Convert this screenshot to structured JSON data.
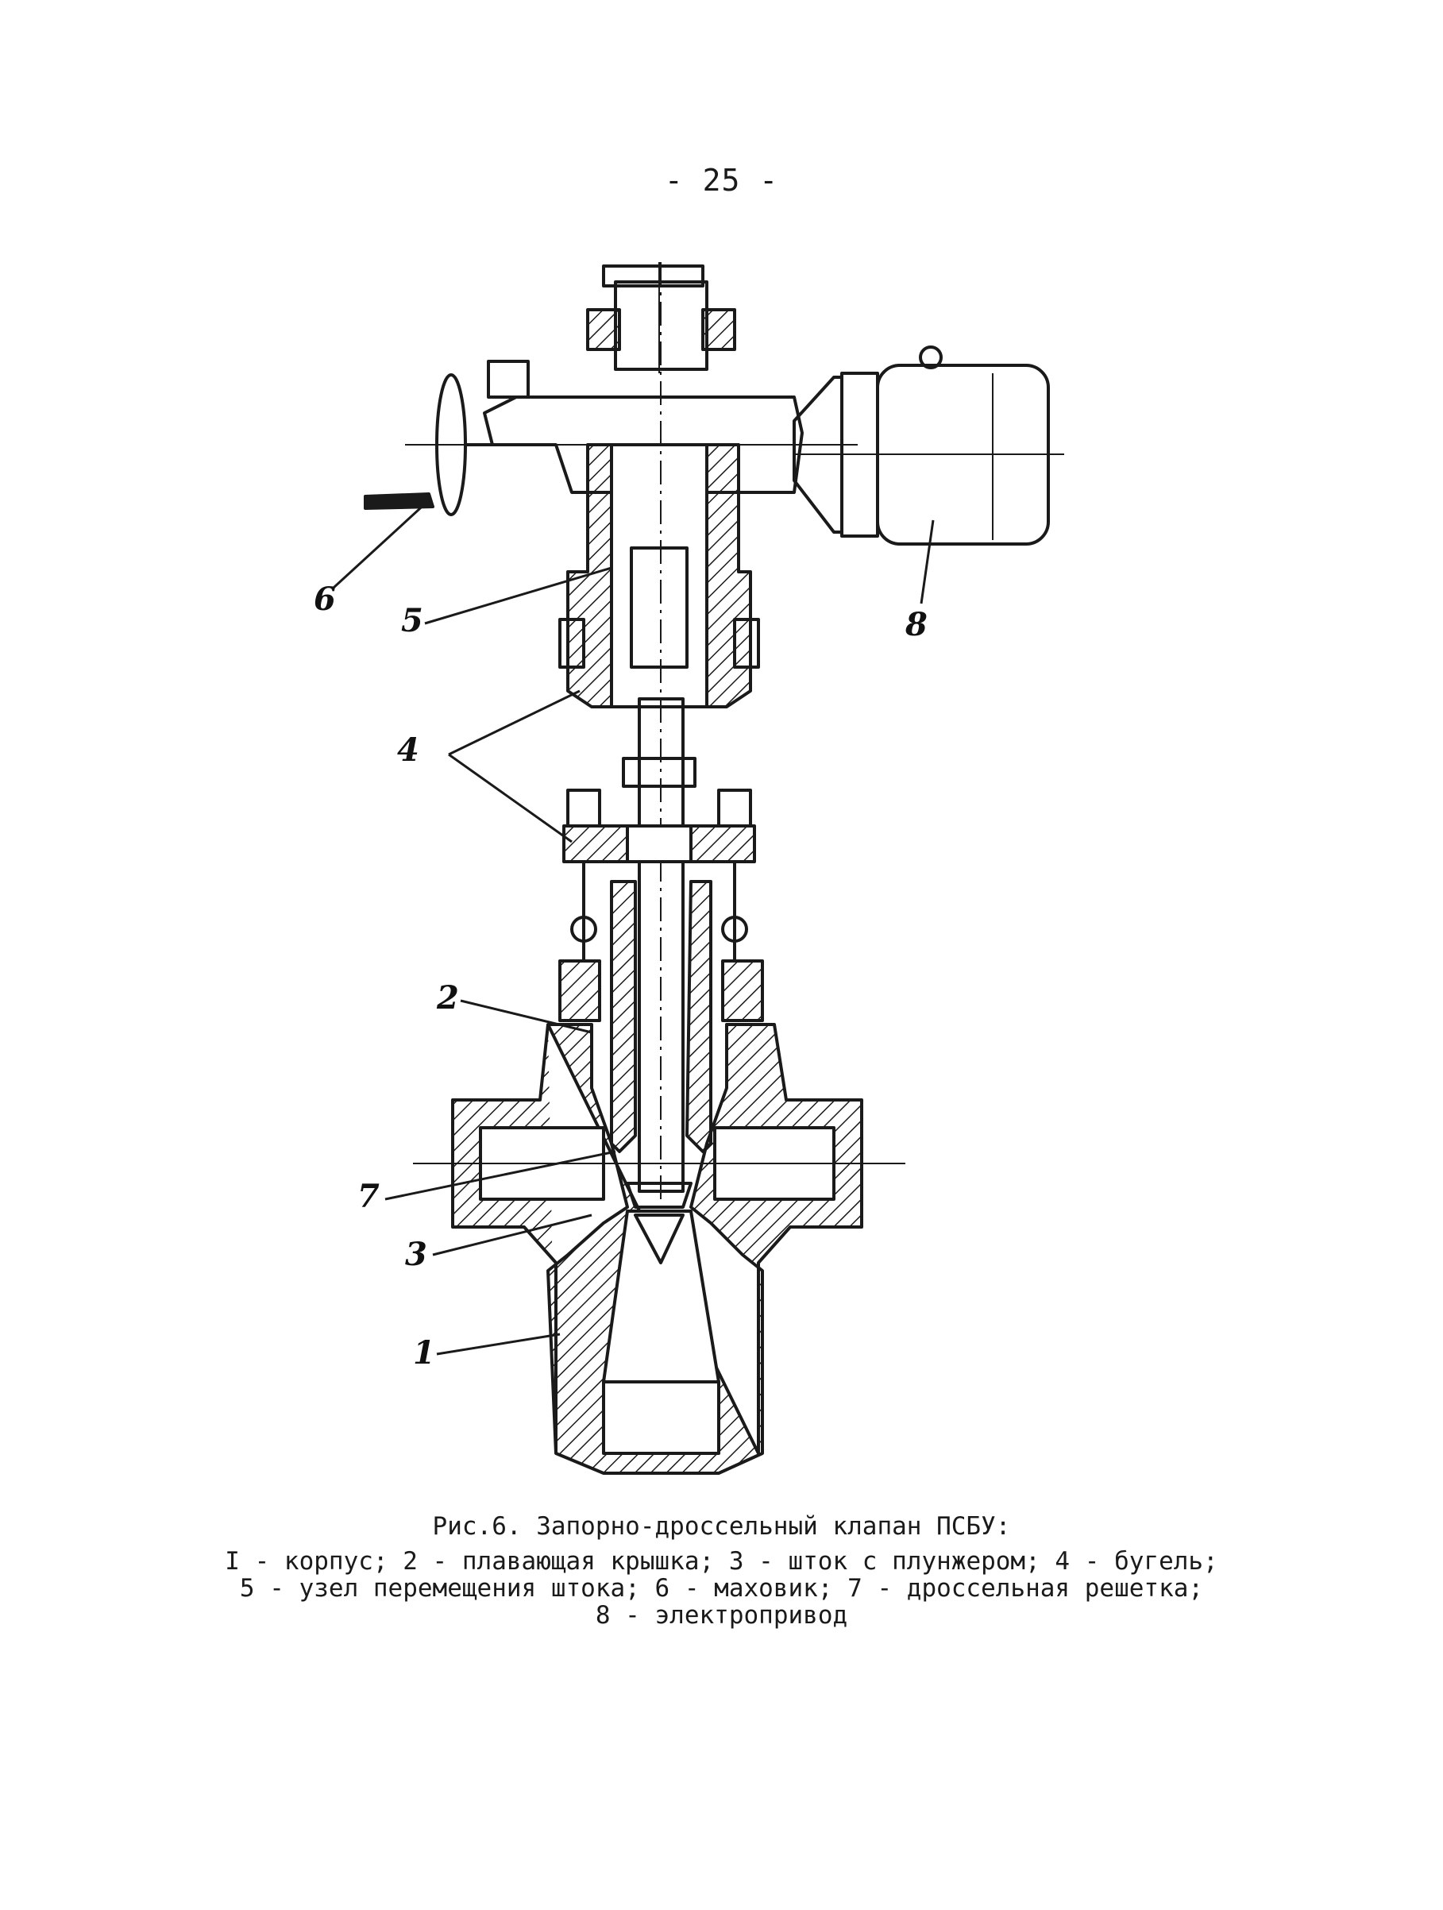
{
  "page": {
    "number": "- 25 -"
  },
  "figure": {
    "callouts": {
      "c1": "1",
      "c2": "2",
      "c3": "3",
      "c4": "4",
      "c5": "5",
      "c6": "6",
      "c7": "7",
      "c8": "8"
    },
    "caption": {
      "title": "Рис.6. Запорно-дроссельный клапан ПСБУ:",
      "legend": [
        "I - корпус; 2 - плавающая крышка; 3 - шток с плунжером; 4 - бугель;",
        "5 - узел перемещения штока; 6 - маховик; 7 - дроссельная решетка;",
        "8 - электропривод"
      ]
    }
  },
  "colors": {
    "ink": "#1a1a1a",
    "paper": "#ffffff"
  }
}
